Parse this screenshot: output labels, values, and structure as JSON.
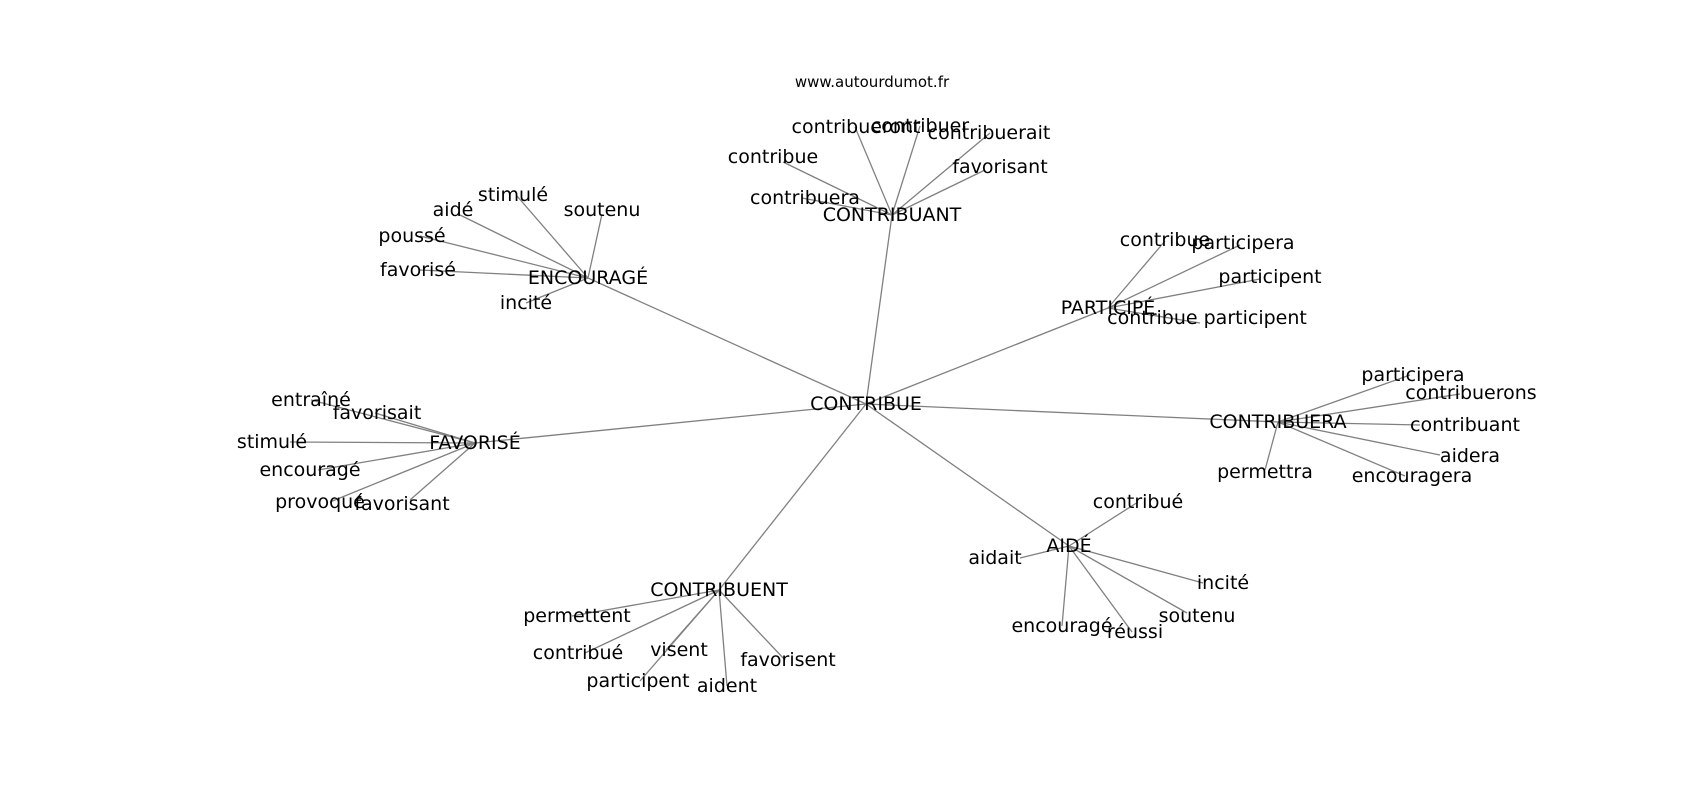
{
  "source": "www.autourdumot.fr",
  "colors": {
    "edge": "#808080",
    "text": "#000000",
    "background": "#ffffff"
  },
  "graph": {
    "center": "CONTRIBUE",
    "groups": [
      {
        "hub": "CONTRIBUANT",
        "words": [
          "contribueront",
          "contribuer",
          "contribuerait",
          "contribue",
          "favorisant",
          "contribuera"
        ]
      },
      {
        "hub": "ENCOURAGÉ",
        "words": [
          "stimulé",
          "aidé",
          "soutenu",
          "poussé",
          "favorisé",
          "incité"
        ]
      },
      {
        "hub": "PARTICIPÉ",
        "words": [
          "contribue",
          "participera",
          "participent",
          "contribue participent"
        ]
      },
      {
        "hub": "FAVORISÉ",
        "words": [
          "entraîné",
          "favorisait",
          "stimulé",
          "encouragé",
          "provoqué",
          "favorisant"
        ]
      },
      {
        "hub": "CONTRIBUERA",
        "words": [
          "participera",
          "contribuerons",
          "contribuant",
          "aidera",
          "permettra",
          "encouragera"
        ]
      },
      {
        "hub": "AIDÉ",
        "words": [
          "contribué",
          "aidait",
          "incité",
          "soutenu",
          "encouragé",
          "réussi"
        ]
      },
      {
        "hub": "CONTRIBUENT",
        "words": [
          "permettent",
          "contribué",
          "visent",
          "favorisent",
          "participent",
          "aident"
        ]
      }
    ]
  }
}
